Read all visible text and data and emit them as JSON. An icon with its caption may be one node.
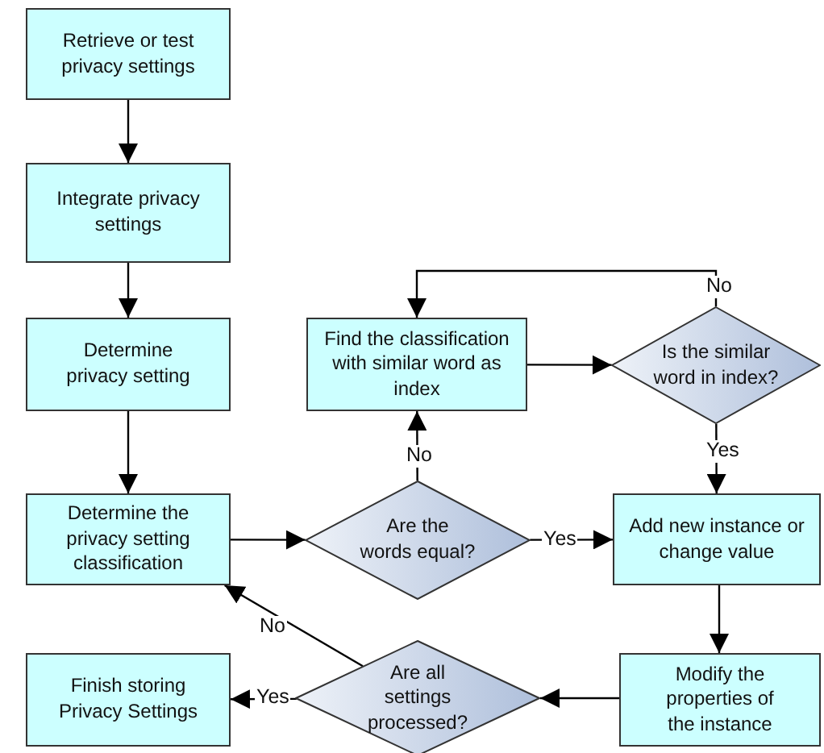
{
  "diagram": {
    "nodes": [
      {
        "text": [
          "Retrieve or test privacy settings"
        ]
      },
      {
        "text": [
          "Integrate privacy settings"
        ]
      },
      {
        "text": [
          "Determine privacy setting"
        ]
      },
      {
        "text": [
          "Determine the privacy setting classification"
        ]
      },
      {
        "text": [
          "Find the classification with similar word as index"
        ]
      },
      {
        "text": [
          "Is the similar word in index?"
        ]
      },
      {
        "text": [
          "Are the words equal?"
        ]
      },
      {
        "text": [
          "Add new instance or change value"
        ]
      },
      {
        "text": [
          "Modify the properties of the instance"
        ]
      },
      {
        "text": [
          "Are all settings processed?"
        ]
      },
      {
        "text": [
          "Finish storing Privacy Settings"
        ]
      }
    ],
    "edges": [
      {
        "from": 0,
        "to": 1,
        "arrow": "to"
      },
      {
        "from": 1,
        "to": 2,
        "arrow": "to"
      },
      {
        "from": 2,
        "to": 3,
        "arrow": "to"
      },
      {
        "from": 3,
        "to": 6,
        "arrow": "to"
      },
      {
        "from": 6,
        "to": 4,
        "label": "No",
        "arrow": "to"
      },
      {
        "from": 6,
        "to": 7,
        "label": "Yes",
        "arrow": "to"
      },
      {
        "from": 4,
        "to": 5,
        "arrow": "to"
      },
      {
        "from": 5,
        "to": 4,
        "label": "No",
        "arrow": "to"
      },
      {
        "from": 5,
        "to": 7,
        "label": "Yes",
        "arrow": "to"
      },
      {
        "from": 7,
        "to": 8,
        "arrow": "to"
      },
      {
        "from": 8,
        "to": 9,
        "arrow": "to"
      },
      {
        "from": 9,
        "to": 10,
        "label": "Yes",
        "arrow": "to"
      },
      {
        "from": 9,
        "to": 3,
        "label": "No",
        "arrow": "to"
      }
    ]
  }
}
